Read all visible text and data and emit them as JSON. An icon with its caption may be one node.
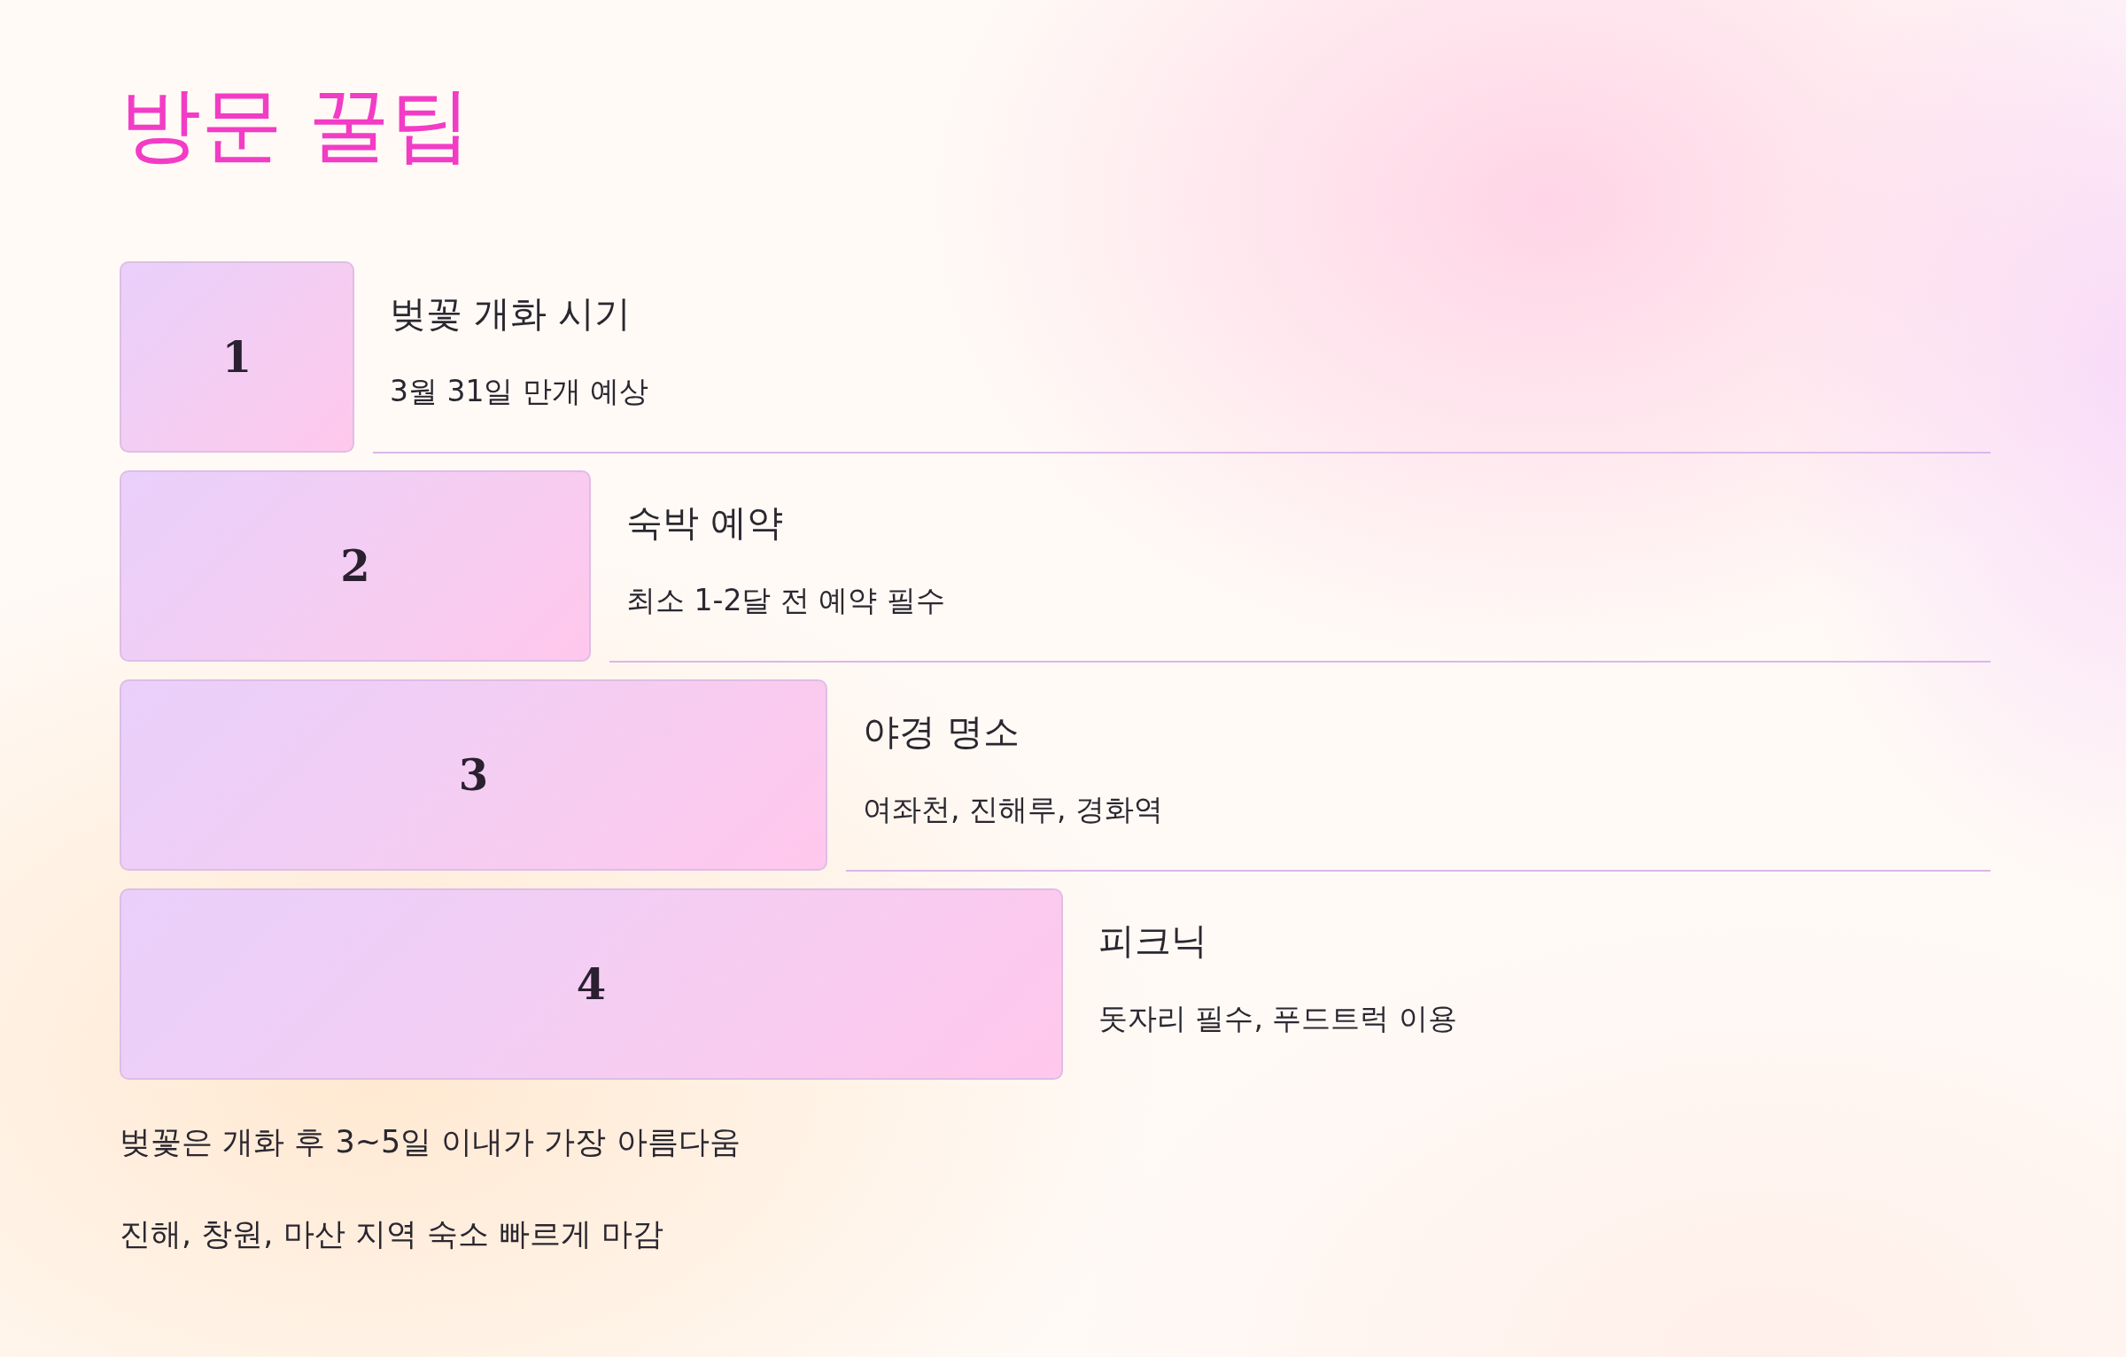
{
  "diagram": {
    "title": "방문 꿀팁",
    "nodes": [
      {
        "text": [
          "1"
        ],
        "beside": [
          "벚꽃 개화 시기",
          "3월 31일 만개 예상"
        ]
      },
      {
        "text": [
          "2"
        ],
        "beside": [
          "숙박 예약",
          "최소 1-2달 전 예약 필수"
        ]
      },
      {
        "text": [
          "3"
        ],
        "beside": [
          "야경 명소",
          "여좌천, 진해루, 경화역"
        ]
      },
      {
        "text": [
          "4"
        ],
        "beside": [
          "피크닉",
          "돗자리 필수, 푸드트럭 이용"
        ]
      }
    ],
    "edges": [],
    "labels": [
      "벚꽃은 개화 후 3~5일 이내가 가장 아름다움",
      "진해, 창원, 마산 지역 숙소 빠르게 마감"
    ]
  }
}
